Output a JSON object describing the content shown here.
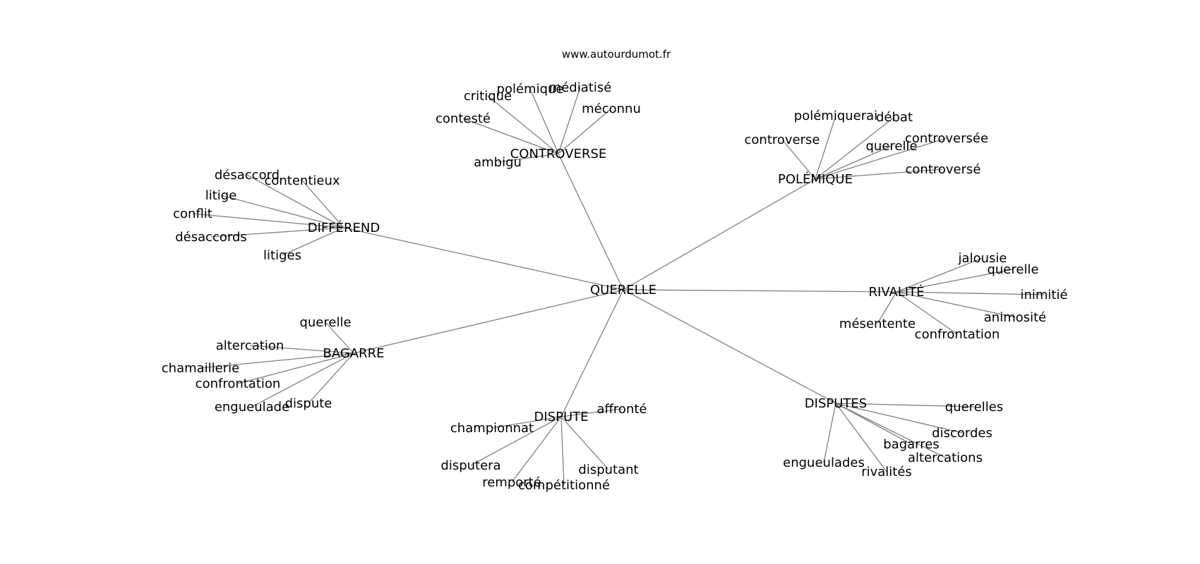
{
  "watermark": "www.autourdumot.fr",
  "center": "QUERELLE",
  "groups": [
    {
      "hub": "CONTROVERSE",
      "leaves": [
        "critique",
        "polémique",
        "médiatisé",
        "méconnu",
        "contesté",
        "ambigu"
      ]
    },
    {
      "hub": "POLÉMIQUE",
      "leaves": [
        "polémiquerai",
        "débat",
        "controverse",
        "querelle",
        "controversée",
        "controversé"
      ]
    },
    {
      "hub": "DIFFÉREND",
      "leaves": [
        "désaccord",
        "contentieux",
        "litige",
        "conflit",
        "désaccords",
        "litiges"
      ]
    },
    {
      "hub": "RIVALITÉ",
      "leaves": [
        "jalousie",
        "querelle",
        "inimitié",
        "animosité",
        "mésentente",
        "confrontation"
      ]
    },
    {
      "hub": "BAGARRE",
      "leaves": [
        "querelle",
        "altercation",
        "chamaillerie",
        "confrontation",
        "engueulade",
        "dispute"
      ]
    },
    {
      "hub": "DISPUTE",
      "leaves": [
        "affronté",
        "championnat",
        "disputera",
        "remporté",
        "compétitionné",
        "disputant"
      ]
    },
    {
      "hub": "DISPUTES",
      "leaves": [
        "querelles",
        "discordes",
        "bagarres",
        "altercations",
        "engueulades",
        "rivalités"
      ]
    }
  ]
}
